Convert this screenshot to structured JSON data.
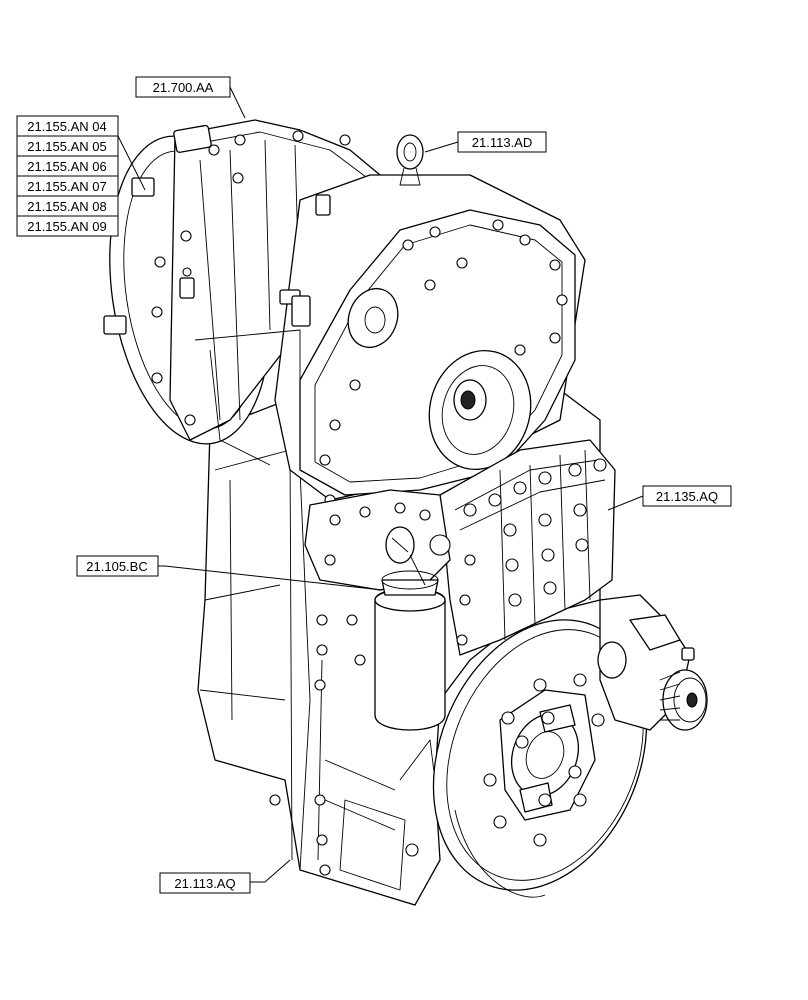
{
  "callouts": {
    "c_700_AA": "21.700.AA",
    "c_155_AN04": "21.155.AN 04",
    "c_155_AN05": "21.155.AN 05",
    "c_155_AN06": "21.155.AN 06",
    "c_155_AN07": "21.155.AN 07",
    "c_155_AN08": "21.155.AN 08",
    "c_155_AN09": "21.155.AN 09",
    "c_113_AD": "21.113.AD",
    "c_135_AQ": "21.135.AQ",
    "c_105_BC": "21.105.BC",
    "c_113_AQ": "21.113.AQ"
  }
}
